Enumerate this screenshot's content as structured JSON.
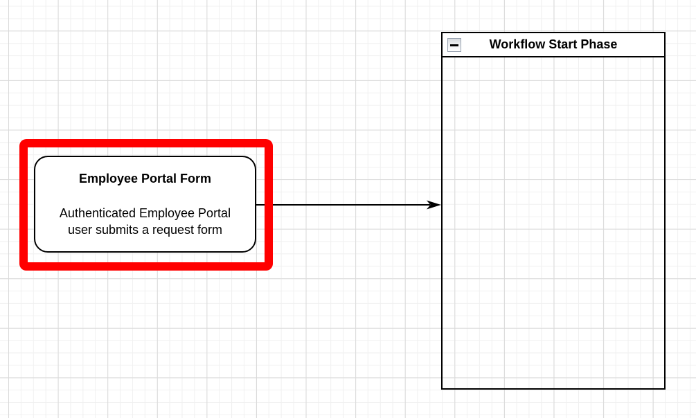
{
  "diagram": {
    "node": {
      "title": "Employee Portal Form",
      "body_line1": "Authenticated Employee Portal",
      "body_line2": "user submits a request form",
      "selected": true
    },
    "container": {
      "title": "Workflow Start Phase",
      "collapsed": false
    },
    "edge": {
      "from": "Employee Portal Form",
      "to": "Workflow Start Phase",
      "direction": "right"
    },
    "icons": {
      "collapse": "minus-icon",
      "arrowhead": "classic-arrowhead-icon"
    },
    "colors": {
      "selection_highlight": "#FF0000",
      "shape_stroke": "#000000",
      "shape_fill": "#FFFFFF",
      "grid_minor": "#F0F0F0",
      "grid_major": "#DADADA",
      "canvas_background": "#FFFFFF"
    }
  }
}
